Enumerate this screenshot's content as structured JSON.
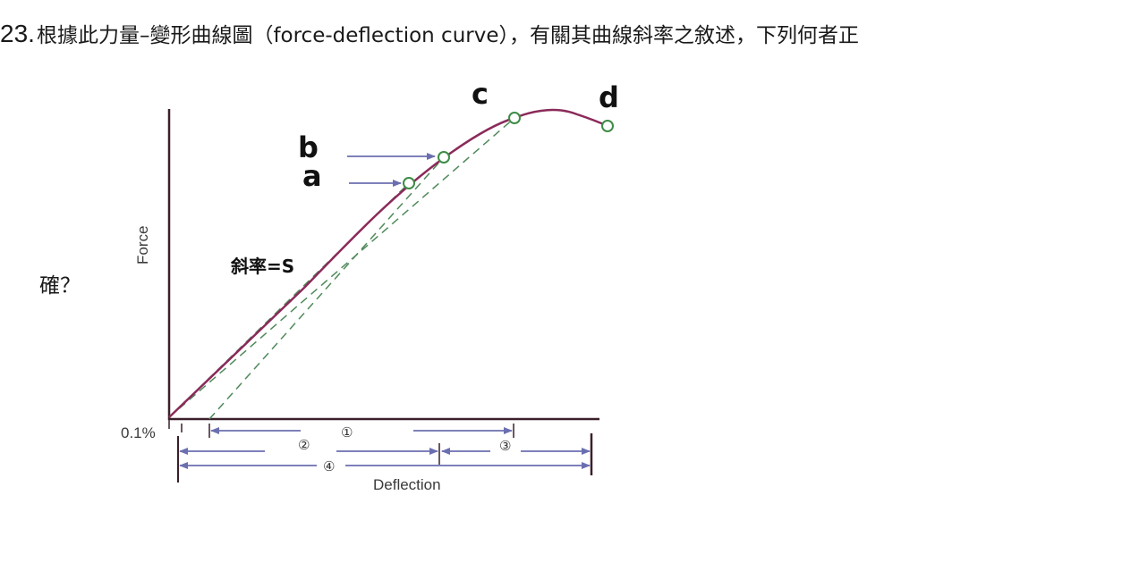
{
  "question": {
    "number": "23.",
    "text": "根據此力量–變形曲線圖（force-deflection curve），有關其曲線斜率之敘述，下列何者正",
    "continuation": "確？"
  },
  "diagram": {
    "point_labels": {
      "a": "a",
      "b": "b",
      "c": "c",
      "d": "d"
    },
    "slope_label": "斜率=S",
    "y_axis_label": "Force",
    "x_axis_label": "Deflection",
    "offset_label": "0.1%",
    "range_labels": {
      "r1": "①",
      "r2": "②",
      "r3": "③",
      "r4": "④"
    },
    "colors": {
      "curve": "#8b2a5a",
      "dashed": "#4f8a5a",
      "arrow": "#6b6fb0",
      "circle": "#3d8c46",
      "axis": "#3a1f2a"
    }
  }
}
